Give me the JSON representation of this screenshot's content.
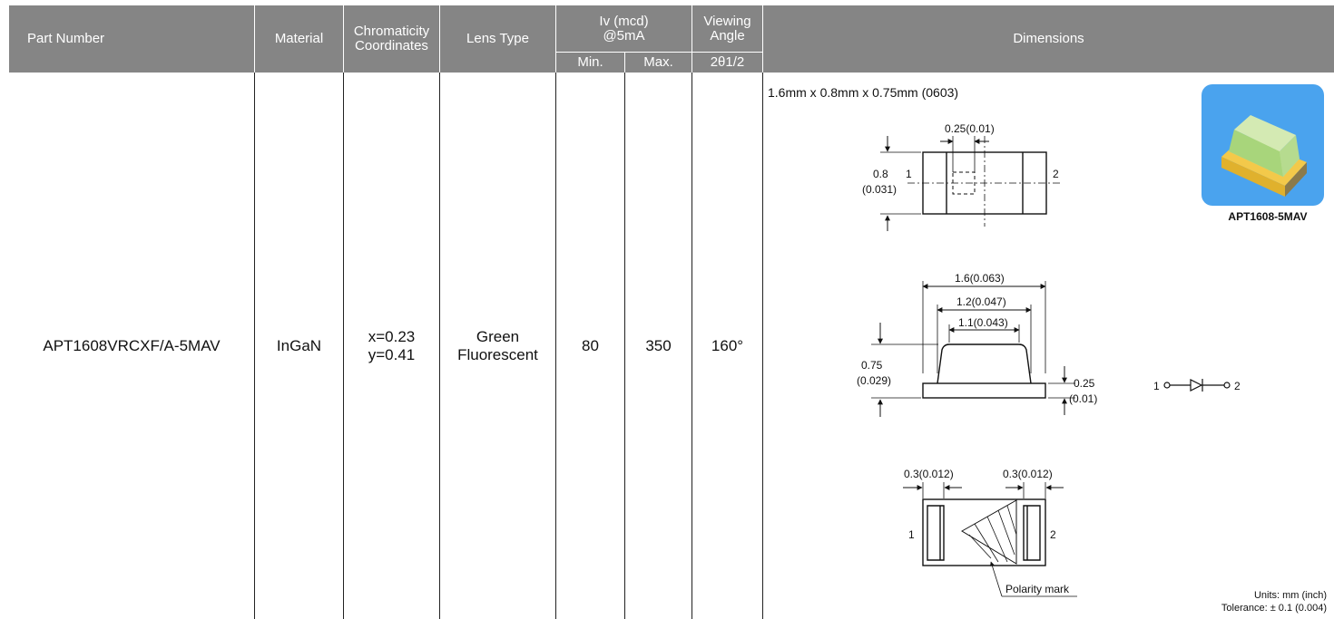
{
  "header": {
    "part_number": "Part Number",
    "material": "Material",
    "chromaticity": [
      "Chromaticity",
      "Coordinates"
    ],
    "lens_type": "Lens Type",
    "iv": [
      "Iv (mcd)",
      "@5mA"
    ],
    "iv_min": "Min.",
    "iv_max": "Max.",
    "viewing": [
      "Viewing",
      "Angle"
    ],
    "viewing_sub": "2θ1/2",
    "dimensions": "Dimensions"
  },
  "row": {
    "part_number": "APT1608VRCXF/A-5MAV",
    "material": "InGaN",
    "chromaticity": [
      "x=0.23",
      "y=0.41"
    ],
    "lens_type": [
      "Green",
      "Fluorescent"
    ],
    "iv_min": "80",
    "iv_max": "350",
    "viewing_angle": "160°"
  },
  "dimensions": {
    "package": "1.6mm x 0.8mm x 0.75mm (0603)",
    "photo_caption": "APT1608-5MAV",
    "top_view": {
      "pad_pitch": "0.25(0.01)",
      "width": [
        "0.8",
        "(0.031)"
      ],
      "pin1": "1",
      "pin2": "2"
    },
    "side_view": {
      "length": "1.6(0.063)",
      "lens_base": "1.2(0.047)",
      "lens_top": "1.1(0.043)",
      "height": [
        "0.75",
        "(0.029)"
      ],
      "base_height": [
        "0.25",
        "(0.01)"
      ]
    },
    "bottom_view": {
      "pad_left": "0.3(0.012)",
      "pad_right": "0.3(0.012)",
      "pin1": "1",
      "pin2": "2",
      "polarity": "Polarity mark"
    },
    "schematic": {
      "pin1": "1",
      "pin2": "2"
    },
    "units": "Units: mm (inch)",
    "tolerance": "Tolerance: ± 0.1 (0.004)"
  }
}
